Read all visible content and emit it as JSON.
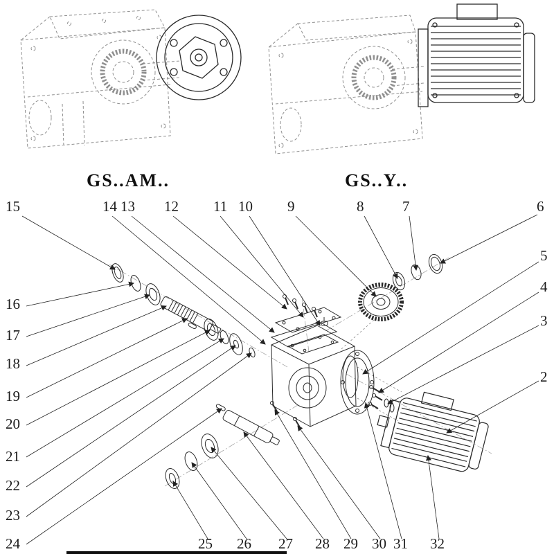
{
  "figures": [
    {
      "caption": "GS..AM.."
    },
    {
      "caption": "GS..Y.."
    }
  ],
  "callouts": [
    {
      "number": "2"
    },
    {
      "number": "3"
    },
    {
      "number": "4"
    },
    {
      "number": "5"
    },
    {
      "number": "6"
    },
    {
      "number": "7"
    },
    {
      "number": "8"
    },
    {
      "number": "9"
    },
    {
      "number": "10"
    },
    {
      "number": "11"
    },
    {
      "number": "12"
    },
    {
      "number": "13"
    },
    {
      "number": "14"
    },
    {
      "number": "15"
    },
    {
      "number": "16"
    },
    {
      "number": "17"
    },
    {
      "number": "18"
    },
    {
      "number": "19"
    },
    {
      "number": "20"
    },
    {
      "number": "21"
    },
    {
      "number": "22"
    },
    {
      "number": "23"
    },
    {
      "number": "24"
    },
    {
      "number": "25"
    },
    {
      "number": "26"
    },
    {
      "number": "27"
    },
    {
      "number": "28"
    },
    {
      "number": "29"
    },
    {
      "number": "30"
    },
    {
      "number": "31"
    },
    {
      "number": "32"
    }
  ]
}
